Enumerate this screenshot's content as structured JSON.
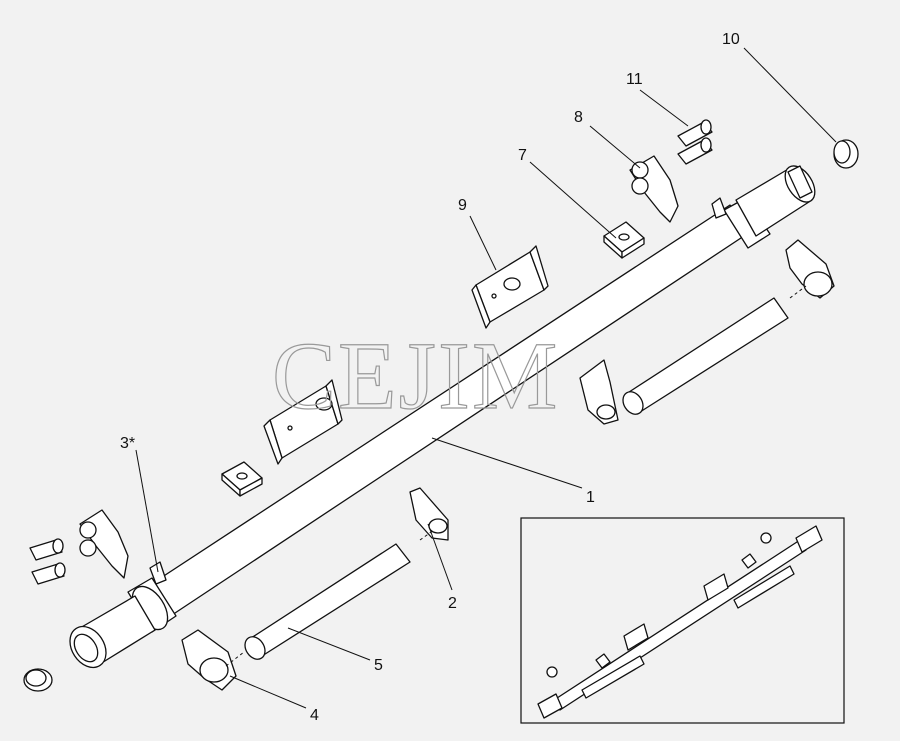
{
  "watermark": "CEJIM",
  "callouts": {
    "p1": "1",
    "p2": "2",
    "p3": "3*",
    "p4": "4",
    "p5": "5",
    "p7": "7",
    "p8": "8",
    "p9": "9",
    "p10": "10",
    "p11": "11"
  },
  "colors": {
    "background": "#f2f2f2",
    "line": "#111111",
    "part_fill": "#ffffff",
    "watermark": "#999999"
  }
}
